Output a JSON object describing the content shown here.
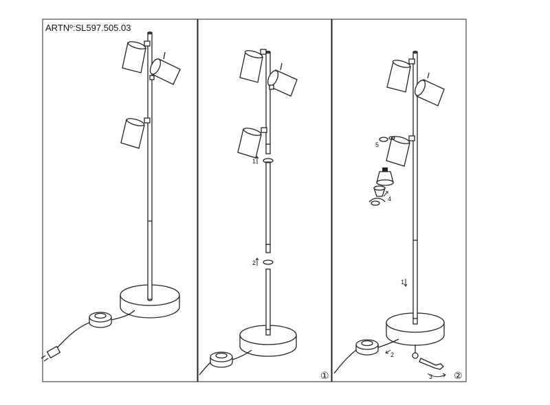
{
  "header": {
    "article_number": "ARTNº:SL597.505.03"
  },
  "panel2": {
    "step_label": "①",
    "arrow1": "1",
    "arrow2": "2"
  },
  "panel3": {
    "step_label": "②",
    "arrow1": "1",
    "arrow2": "2",
    "arrow3": "3",
    "arrow4": "4",
    "arrow5": "5"
  }
}
